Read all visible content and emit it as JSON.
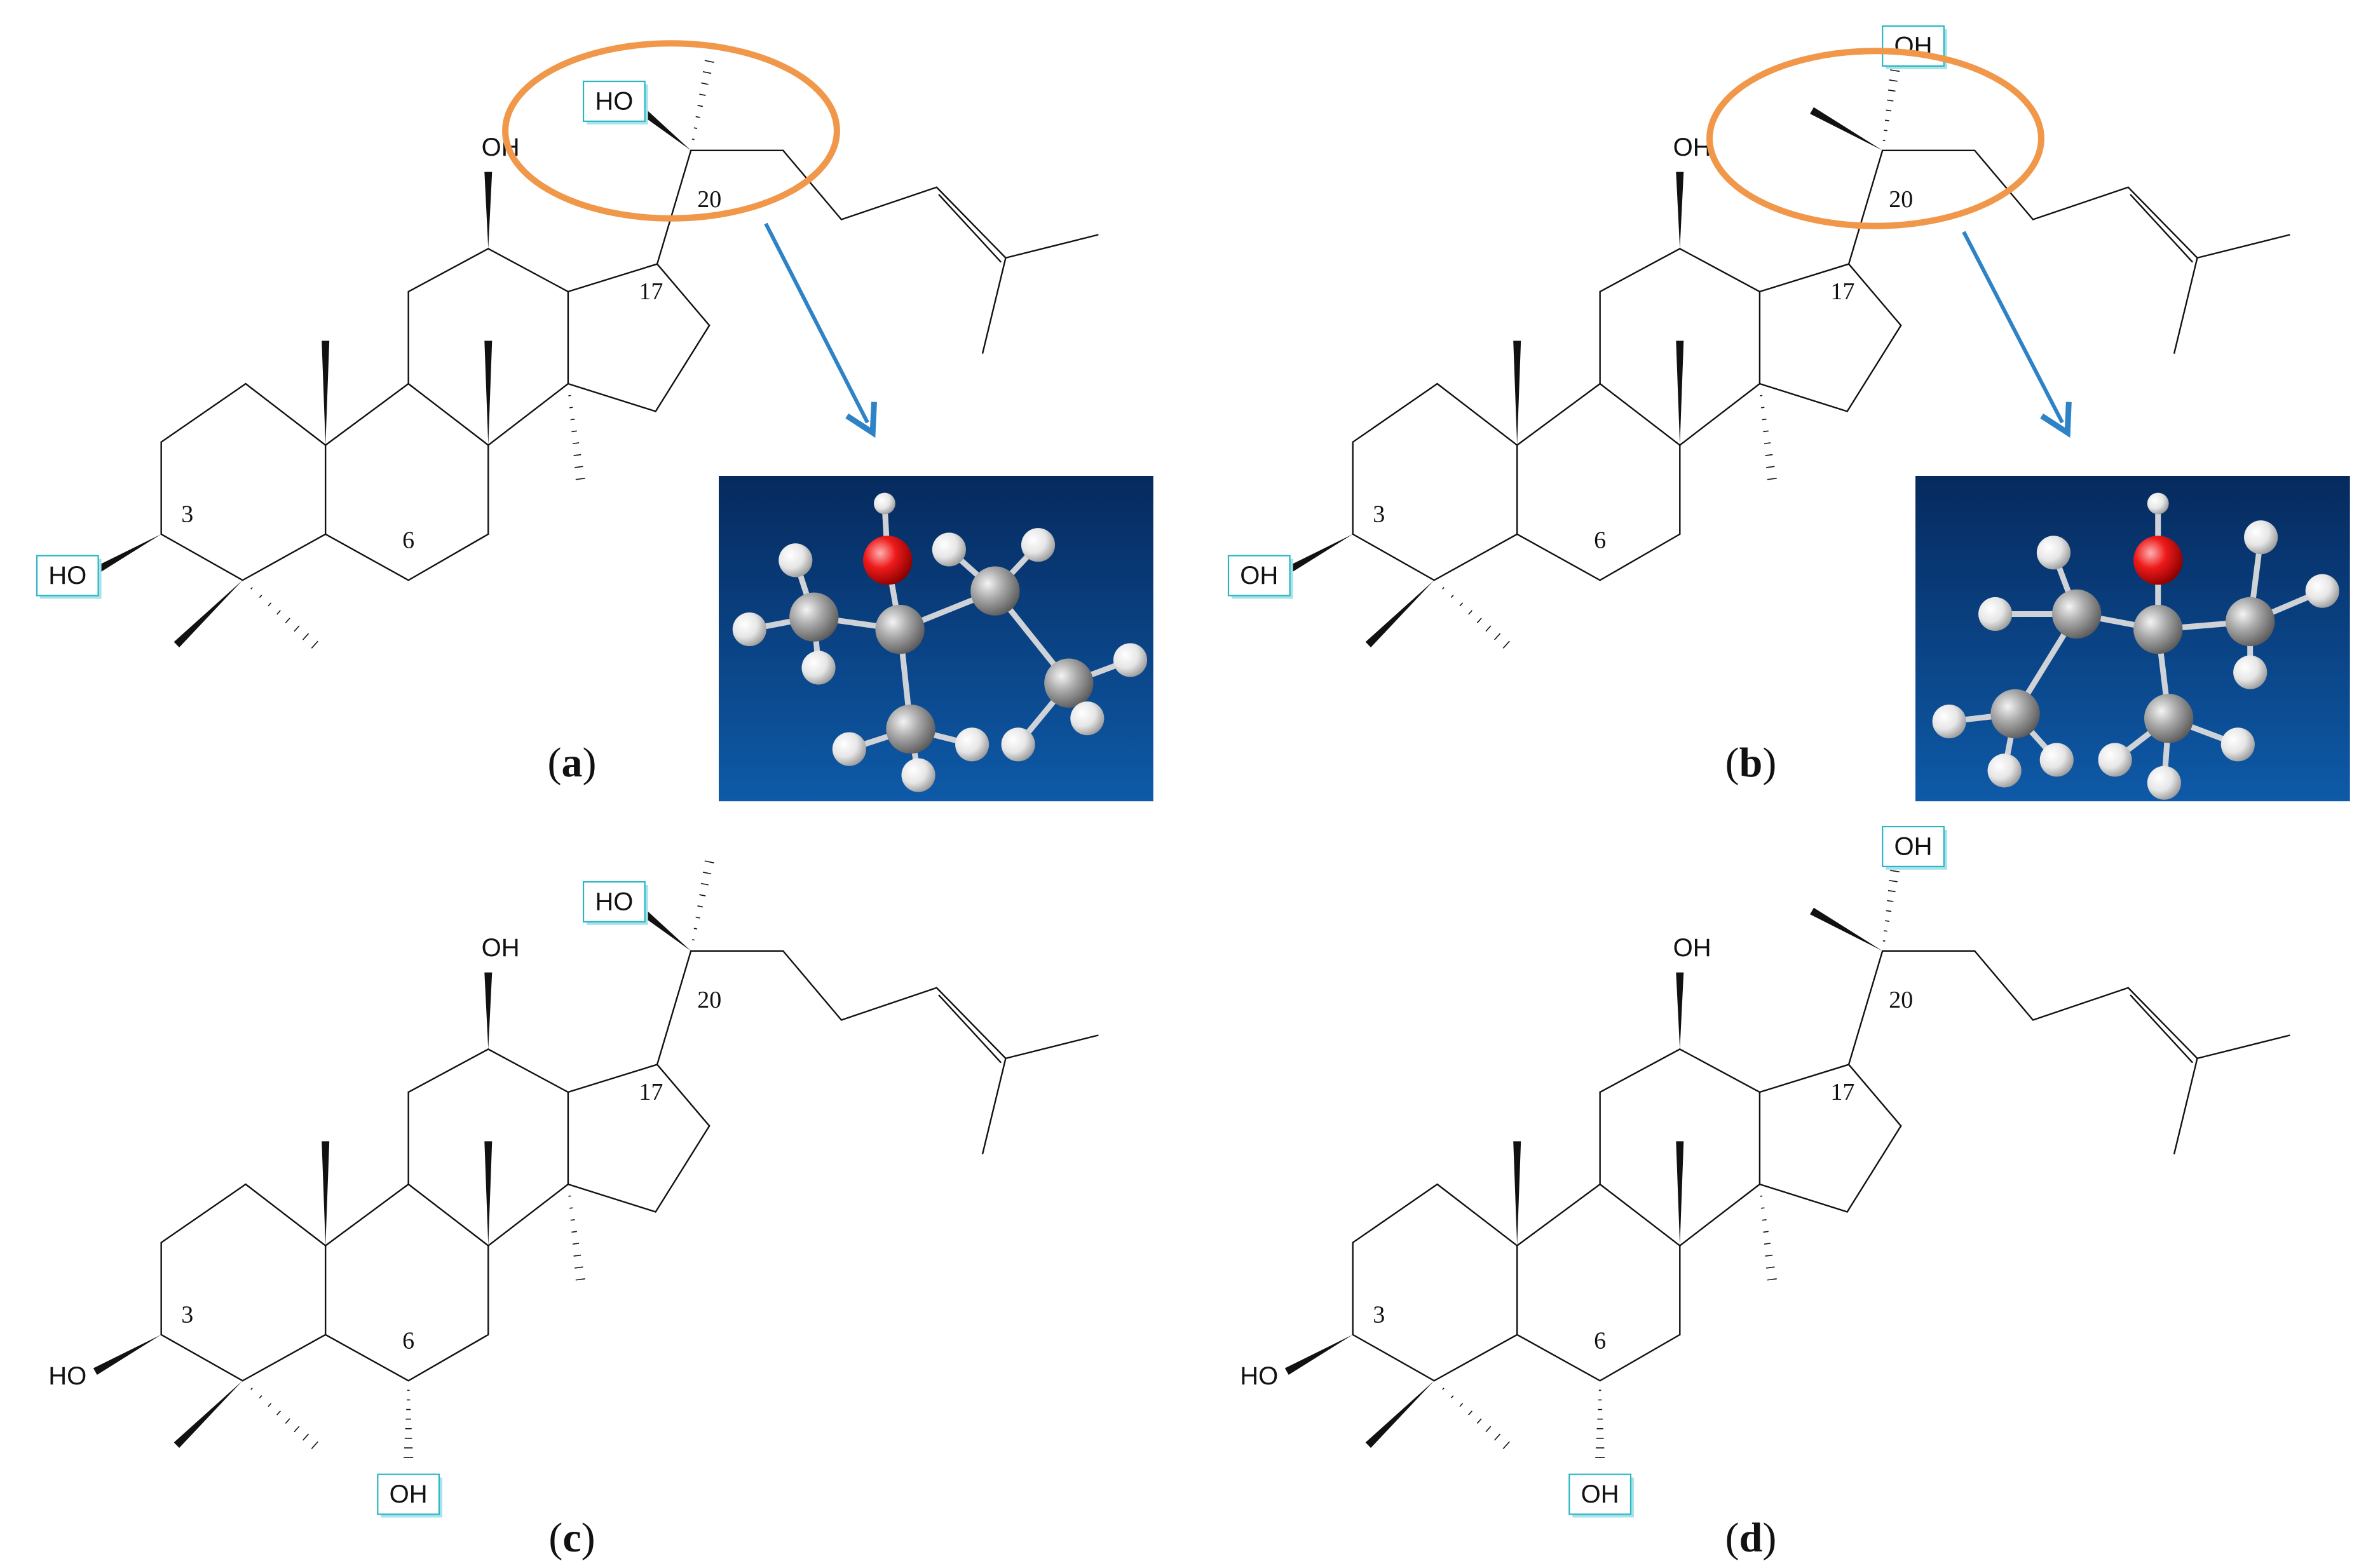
{
  "panels": [
    {
      "id": "a",
      "letter": "a",
      "labels": {
        "oh_c3": "HO",
        "oh_c12": "OH",
        "oh_c20": "HO",
        "n3": "3",
        "n6": "6",
        "n17": "17",
        "n20": "20"
      },
      "highlighted": [
        "oh_c3",
        "oh_c20"
      ],
      "has_inset": true
    },
    {
      "id": "b",
      "letter": "b",
      "labels": {
        "oh_c3": "OH",
        "oh_c12": "OH",
        "oh_c20": "OH",
        "n3": "3",
        "n6": "6",
        "n17": "17",
        "n20": "20"
      },
      "highlighted": [
        "oh_c3",
        "oh_c20"
      ],
      "has_inset": true
    },
    {
      "id": "c",
      "letter": "c",
      "labels": {
        "oh_c3": "HO",
        "oh_c12": "OH",
        "oh_c20": "HO",
        "oh_c6": "OH",
        "n3": "3",
        "n6": "6",
        "n17": "17",
        "n20": "20"
      },
      "highlighted": [
        "oh_c20",
        "oh_c6"
      ],
      "has_inset": false
    },
    {
      "id": "d",
      "letter": "d",
      "labels": {
        "oh_c3": "HO",
        "oh_c12": "OH",
        "oh_c20": "OH",
        "oh_c6": "OH",
        "n3": "3",
        "n6": "6",
        "n17": "17",
        "n20": "20"
      },
      "highlighted": [
        "oh_c20",
        "oh_c6"
      ],
      "has_inset": false
    }
  ],
  "colors": {
    "bond": "#111111",
    "highlight_border": "#2bb6c4",
    "highlight_shadow": "#a8e3ea",
    "circle": "#f0974a",
    "arrow": "#2e82c6",
    "inset_bg_top": "#062a5e",
    "inset_bg_bottom": "#0e5aa8",
    "carbon_atom": "#9a9a9a",
    "oxygen_atom": "#e01010",
    "hydrogen_atom": "#ececec"
  }
}
